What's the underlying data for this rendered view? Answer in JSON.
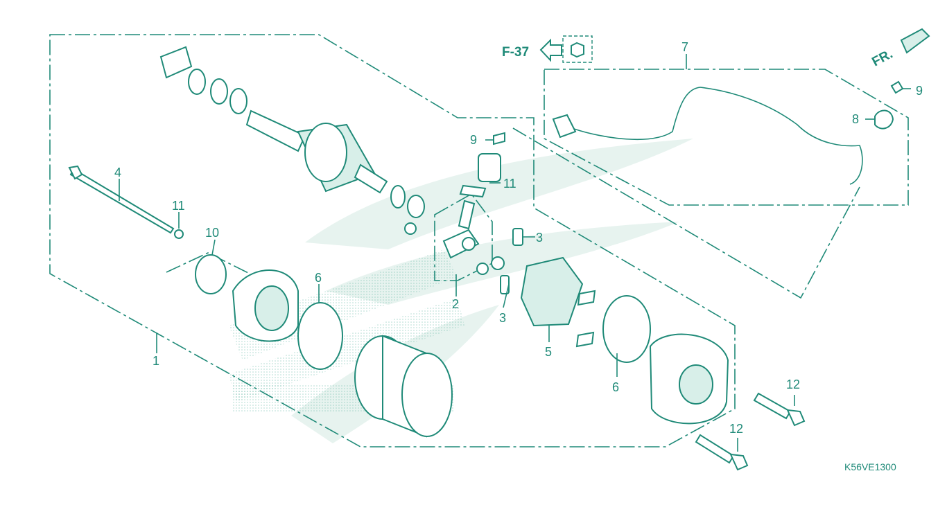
{
  "diagram": {
    "code": "K56VE1300",
    "reference": "F-37",
    "front_marker": "FR.",
    "accent_color": "#1f8a78",
    "callouts": [
      {
        "id": "c1",
        "text": "1"
      },
      {
        "id": "c2",
        "text": "2"
      },
      {
        "id": "c3a",
        "text": "3"
      },
      {
        "id": "c3b",
        "text": "3"
      },
      {
        "id": "c4",
        "text": "4"
      },
      {
        "id": "c5",
        "text": "5"
      },
      {
        "id": "c6a",
        "text": "6"
      },
      {
        "id": "c6b",
        "text": "6"
      },
      {
        "id": "c7",
        "text": "7"
      },
      {
        "id": "c8",
        "text": "8"
      },
      {
        "id": "c9a",
        "text": "9"
      },
      {
        "id": "c9b",
        "text": "9"
      },
      {
        "id": "c10",
        "text": "10"
      },
      {
        "id": "c11a",
        "text": "11"
      },
      {
        "id": "c11b",
        "text": "11"
      },
      {
        "id": "c12a",
        "text": "12"
      },
      {
        "id": "c12b",
        "text": "12"
      }
    ]
  }
}
